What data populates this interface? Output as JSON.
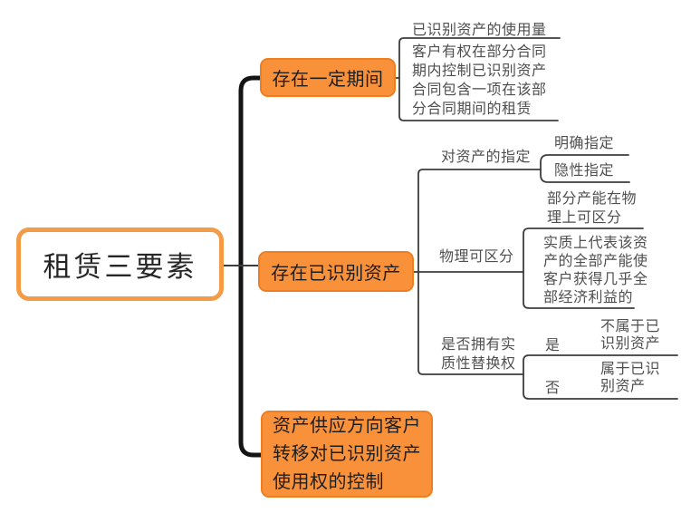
{
  "root": {
    "label": "租赁三要素"
  },
  "colors": {
    "canvas": "#FFFFFF",
    "branch_fill": "#F8913A",
    "branch_border": "#EE7E20",
    "root_border": "#F49B45",
    "connector_line": "#3D3D3D",
    "main_spine": "#141414",
    "text_black": "#1E1E1E",
    "text_gray": "#4F4F4F"
  },
  "branches": [
    {
      "label": "存在一定期间",
      "children": [
        {
          "label": "已识别资产的使用量"
        },
        {
          "label": "客户有权在部分合同\n期内控制已识别资产\n合同包含一项在该部\n分合同期间的租赁"
        }
      ]
    },
    {
      "label": "存在已识别资产",
      "children": [
        {
          "label": "对资产的指定",
          "children": [
            {
              "label": "明确指定"
            },
            {
              "label": "隐性指定"
            }
          ]
        },
        {
          "label": "物理可区分",
          "children": [
            {
              "label": "部分产能在物\n理上可区分"
            },
            {
              "label": "实质上代表该资\n产的全部产能使\n客户获得几乎全\n部经济利益的"
            }
          ]
        },
        {
          "label": "是否拥有实\n质性替换权",
          "children": [
            {
              "label": "是",
              "children": [
                {
                  "label": "不属于已\n识别资产"
                }
              ]
            },
            {
              "label": "否",
              "children": [
                {
                  "label": "属于已识\n别资产"
                }
              ]
            }
          ]
        }
      ]
    },
    {
      "label": "资产供应方向客户\n转移对已识别资产\n使用权的控制"
    }
  ]
}
